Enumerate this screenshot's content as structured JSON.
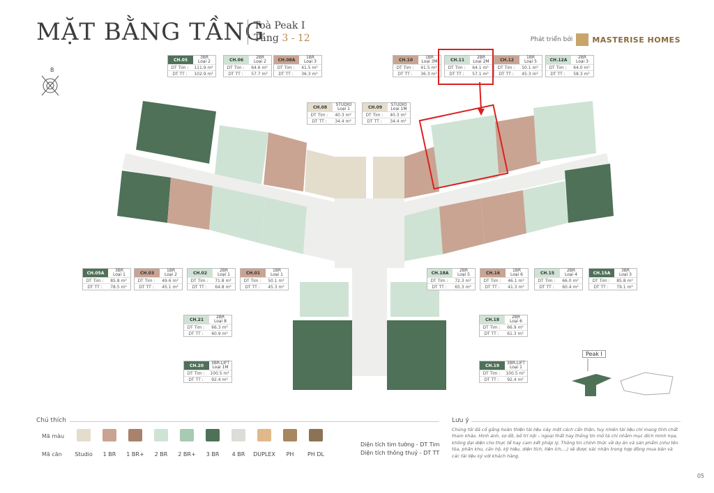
{
  "header": {
    "title": "MẶT BẰNG TẦNG",
    "building": "Toà Peak I",
    "floor_label": "Tầng",
    "floor_range": "3 - 12",
    "developer_prefix": "Phát triển bởi",
    "developer": "MASTERISE HOMES"
  },
  "compass": {
    "north_letter": "B"
  },
  "colors": {
    "studio": "#e4ddcc",
    "1br": "#c9a492",
    "1br_plus": "#a8826c",
    "2br": "#cfe3d5",
    "2br_plus": "#a8c9b2",
    "3br": "#4e7158",
    "4br": "#dcdcd8",
    "duplex": "#e0b98a",
    "ph": "#a88660",
    "ph_dl": "#8b7356",
    "highlight": "#d92020"
  },
  "units": [
    {
      "code": "CH.05",
      "type": "3BR",
      "loai": "Loại 2",
      "tim": "111.9 m²",
      "tt": "102.9 m²",
      "color": "#4e7158",
      "dark": true
    },
    {
      "code": "CH.06",
      "type": "2BR",
      "loai": "Loại 2",
      "tim": "64.6 m²",
      "tt": "57.7 m²",
      "color": "#cfe3d5"
    },
    {
      "code": "CH.08A",
      "type": "1BR",
      "loai": "Loại 3",
      "tim": "41.5 m²",
      "tt": "36.3 m²",
      "color": "#c9a492"
    },
    {
      "code": "CH.10",
      "type": "1BR",
      "loai": "Loại 3M",
      "tim": "41.5 m²",
      "tt": "36.3 m²",
      "color": "#c9a492"
    },
    {
      "code": "CH.11",
      "type": "2BR",
      "loai": "Loại 2M",
      "tim": "64.1 m²",
      "tt": "57.1 m²",
      "color": "#cfe3d5"
    },
    {
      "code": "CH.12",
      "type": "1BR",
      "loai": "Loại 5",
      "tim": "50.1 m²",
      "tt": "45.3 m²",
      "color": "#c9a492"
    },
    {
      "code": "CH.12A",
      "type": "2BR",
      "loai": "Loại 3",
      "tim": "64.0 m²",
      "tt": "58.3 m²",
      "color": "#cfe3d5"
    },
    {
      "code": "CH.08",
      "type": "STUDIO",
      "loai": "Loại 1",
      "tim": "40.3 m²",
      "tt": "34.4 m²",
      "color": "#e4ddcc"
    },
    {
      "code": "CH.09",
      "type": "STUDIO",
      "loai": "Loại 1M",
      "tim": "40.3 m²",
      "tt": "34.4 m²",
      "color": "#e4ddcc"
    },
    {
      "code": "CH.05A",
      "type": "3BR",
      "loai": "Loại 1",
      "tim": "85.8 m²",
      "tt": "78.5 m²",
      "color": "#4e7158",
      "dark": true
    },
    {
      "code": "CH.03",
      "type": "1BR",
      "loai": "Loại 2",
      "tim": "49.6 m²",
      "tt": "45.1 m²",
      "color": "#c9a492"
    },
    {
      "code": "CH.02",
      "type": "2BR",
      "loai": "Loại 1",
      "tim": "71.8 m²",
      "tt": "64.8 m²",
      "color": "#cfe3d5"
    },
    {
      "code": "CH.01",
      "type": "1BR",
      "loai": "Loại 1",
      "tim": "50.1 m²",
      "tt": "45.3 m²",
      "color": "#c9a492"
    },
    {
      "code": "CH.18A",
      "type": "2BR",
      "loai": "Loại 5",
      "tim": "72.3 m²",
      "tt": "65.3 m²",
      "color": "#cfe3d5"
    },
    {
      "code": "CH.16",
      "type": "1BR",
      "loai": "Loại 6",
      "tim": "46.1 m²",
      "tt": "41.3 m²",
      "color": "#c9a492"
    },
    {
      "code": "CH.15",
      "type": "2BR",
      "loai": "Loại 4",
      "tim": "66.0 m²",
      "tt": "60.4 m²",
      "color": "#cfe3d5"
    },
    {
      "code": "CH.15A",
      "type": "3BR",
      "loai": "Loại 3",
      "tim": "85.8 m²",
      "tt": "79.1 m²",
      "color": "#4e7158",
      "dark": true
    },
    {
      "code": "CH.21",
      "type": "2BR",
      "loai": "Loại 8",
      "tim": "66.3 m²",
      "tt": "60.9 m²",
      "color": "#cfe3d5"
    },
    {
      "code": "CH.18",
      "type": "2BR",
      "loai": "Loại 6",
      "tim": "66.9 m²",
      "tt": "61.3 m²",
      "color": "#cfe3d5"
    },
    {
      "code": "CH.20",
      "type": "3BR-LIFT",
      "loai": "Loại 1M",
      "tim": "100.5 m²",
      "tt": "92.4 m²",
      "color": "#4e7158",
      "dark": true
    },
    {
      "code": "CH.19",
      "type": "3BR-LIFT",
      "loai": "Loại 1",
      "tim": "100.5 m²",
      "tt": "92.4 m²",
      "color": "#4e7158",
      "dark": true
    }
  ],
  "row_labels": {
    "tim": "DT Tim :",
    "tt": "DT TT :"
  },
  "legend": {
    "title": "Chú thích",
    "color_label": "Mã màu",
    "type_label": "Mã căn",
    "items": [
      {
        "label": "Studio",
        "color": "#e4ddcc"
      },
      {
        "label": "1 BR",
        "color": "#c9a492"
      },
      {
        "label": "1 BR+",
        "color": "#a8826c"
      },
      {
        "label": "2 BR",
        "color": "#cfe3d5"
      },
      {
        "label": "2 BR+",
        "color": "#a8c9b2"
      },
      {
        "label": "3 BR",
        "color": "#4e7158"
      },
      {
        "label": "4 BR",
        "color": "#dcdcd8"
      },
      {
        "label": "DUPLEX",
        "color": "#e0b98a"
      },
      {
        "label": "PH",
        "color": "#a88660"
      },
      {
        "label": "PH DL",
        "color": "#8b7356"
      }
    ]
  },
  "area_notes": [
    "Diện tích tim tường - DT Tim",
    "Diện tích thông thuỷ - DT TT"
  ],
  "note": {
    "title": "Lưu ý",
    "text": "Chúng tôi đã cố gắng hoàn thiện tài liệu này một cách cẩn thận, tuy nhiên tài liệu chỉ mang tính chất tham khảo. Hình ảnh, sơ đồ, bố trí nội – ngoại thất hay thông tin mô tả chỉ nhằm mục đích minh họa, không đại diện cho thực tế hay cam kết pháp lý. Thông tin chính thức về dự án và sản phẩm (như tên tòa, phân khu, căn hộ, kỹ hiệu, diện tích, tiện ích,...) sẽ được xác nhận trong hợp đồng mua bán và các tài liệu ký với khách hàng."
  },
  "peak_label": "Peak I",
  "page_number": "05"
}
